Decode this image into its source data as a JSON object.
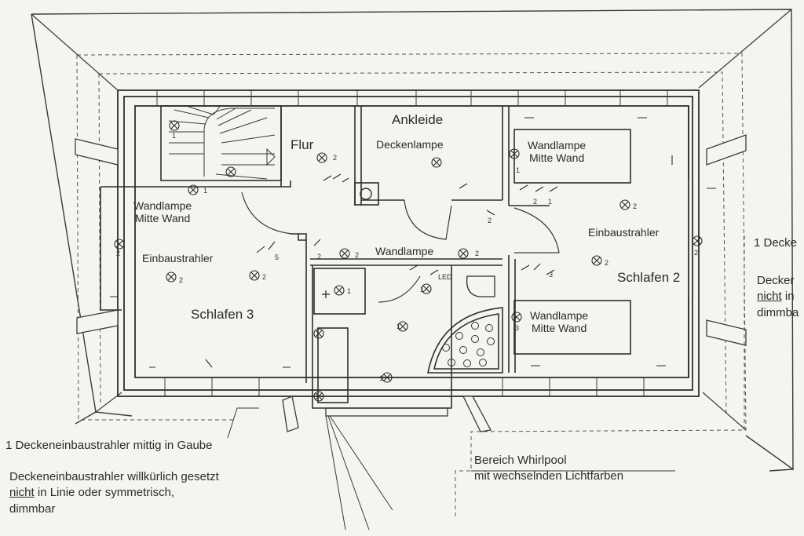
{
  "rooms": {
    "flur": "Flur",
    "ankleide": "Ankleide",
    "schlafen2": "Schlafen 2",
    "schlafen3": "Schlafen 3"
  },
  "fixtures": {
    "ankleide_lamp": "Deckenlampe",
    "s2_wall_lamp_top": [
      "Wandlampe",
      "Mitte Wand"
    ],
    "s2_spots": "Einbaustrahler",
    "s2_wall_lamp_bottom": [
      "Wandlampe",
      "Mitte Wand"
    ],
    "s3_wall_lamp": [
      "Wandlampe",
      "Mitte Wand"
    ],
    "s3_spots": "Einbaustrahler",
    "hall_wall_lamp": "Wandlampe",
    "bath_led": "LED"
  },
  "notes": {
    "gaube_note": "1 Deckeneinbaustrahler mittig in Gaube",
    "random_note": [
      "Deckeneinbaustrahler willkürlich gesetzt",
      "nicht",
      " in Linie oder symmetrisch,",
      "dimmbar"
    ],
    "whirlpool_note": [
      "Bereich Whirlpool",
      "mit wechselnden Lichtfarben"
    ],
    "right_note_1": "1 Decke",
    "right_note_2": [
      "Decker",
      "nicht",
      " in",
      "dimmba"
    ]
  },
  "symbol_numbers": [
    "1",
    "2",
    "3",
    "5"
  ]
}
